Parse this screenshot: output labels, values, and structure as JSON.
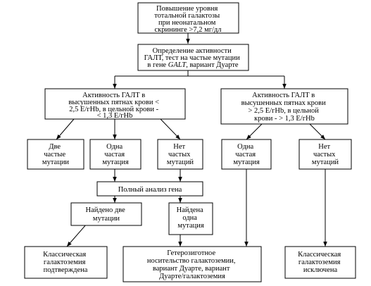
{
  "nodes": {
    "screening": {
      "lines": [
        "Повышение уровня",
        "тотальной галактозы",
        "при неонатальном",
        "скрининге >7,2 мг/дл"
      ]
    },
    "galt_test": {
      "lines": [
        "Определение активности",
        "ГАЛТ, тест на частые мутации",
        "в гене GALT, вариант Дуарте"
      ]
    },
    "low_activity": {
      "lines": [
        "Активность ГАЛТ в",
        "высушенных пятнах крови <",
        "2,5 Е/гНb, в цельной крови -",
        "< 1,3 Е/гНb"
      ]
    },
    "high_activity": {
      "lines": [
        "Активность ГАЛТ в",
        "высушенных пятнах крови",
        "> 2,5 Е/гНb, в цельной",
        "крови - > 1,3 Е/гНb"
      ]
    },
    "two_mutations": {
      "lines": [
        "Две",
        "частые",
        "мутации"
      ]
    },
    "one_mutation_left": {
      "lines": [
        "Одна",
        "частая",
        "мутация"
      ]
    },
    "no_mutation_left": {
      "lines": [
        "Нет",
        "частых",
        "мутаций"
      ]
    },
    "one_mutation_right": {
      "lines": [
        "Одна",
        "частая",
        "мутация"
      ]
    },
    "no_mutation_right": {
      "lines": [
        "Нет",
        "частых",
        "мутаций"
      ]
    },
    "full_analysis": {
      "lines": [
        "Полный анализ гена"
      ]
    },
    "found_two": {
      "lines": [
        "Найдено две",
        "мутации"
      ]
    },
    "found_one": {
      "lines": [
        "Найдена",
        "одна",
        "мутация"
      ]
    },
    "classic_confirmed": {
      "lines": [
        "Классическая",
        "галактоземия",
        "подтверждена"
      ]
    },
    "heterozygous": {
      "lines": [
        "Гетерозиготное",
        "носительство галактоземии,",
        "вариант Дуарте, вариант",
        "Дуарте/галактоземия"
      ]
    },
    "classic_excluded": {
      "lines": [
        "Классическая",
        "галактоземия",
        "исключена"
      ]
    }
  }
}
